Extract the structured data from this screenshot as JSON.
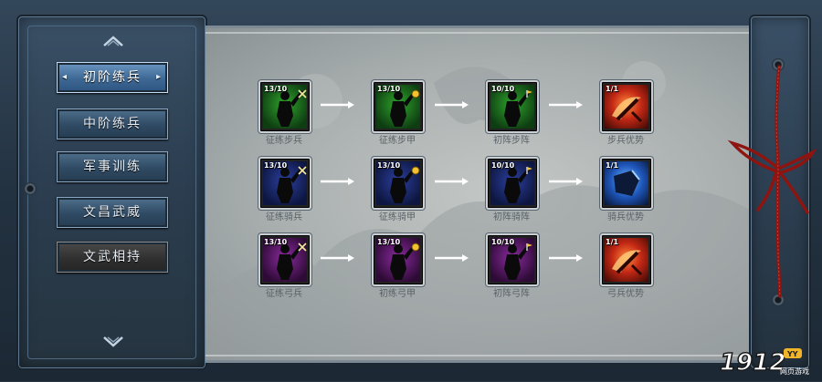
{
  "menu": {
    "items": [
      {
        "label": "初阶练兵",
        "state": "active"
      },
      {
        "label": "中阶练兵",
        "state": "normal"
      },
      {
        "label": "军事训练",
        "state": "normal"
      },
      {
        "label": "文昌武威",
        "state": "normal"
      },
      {
        "label": "文武相持",
        "state": "dark"
      }
    ]
  },
  "skills": {
    "rows": [
      {
        "color": "green",
        "cells": [
          {
            "level": "13/10",
            "name": "征练步兵",
            "badge": "cross-swords-icon"
          },
          {
            "level": "13/10",
            "name": "征练步甲",
            "badge": "coin-icon"
          },
          {
            "level": "10/10",
            "name": "初阵步阵",
            "badge": "flag-icon"
          },
          {
            "level": "1/1",
            "name": "步兵优势",
            "badge": "",
            "type": "special-red"
          }
        ]
      },
      {
        "color": "blue",
        "cells": [
          {
            "level": "13/10",
            "name": "征练骑兵",
            "badge": "cross-swords-icon"
          },
          {
            "level": "13/10",
            "name": "征练骑甲",
            "badge": "coin-icon"
          },
          {
            "level": "10/10",
            "name": "初阵骑阵",
            "badge": "flag-icon"
          },
          {
            "level": "1/1",
            "name": "骑兵优势",
            "badge": "",
            "type": "special-blue"
          }
        ]
      },
      {
        "color": "purple",
        "cells": [
          {
            "level": "13/10",
            "name": "征练弓兵",
            "badge": "cross-swords-icon"
          },
          {
            "level": "13/10",
            "name": "初练弓甲",
            "badge": "coin-icon"
          },
          {
            "level": "10/10",
            "name": "初阵弓阵",
            "badge": "flag-icon"
          },
          {
            "level": "1/1",
            "name": "弓兵优势",
            "badge": "",
            "type": "special-red"
          }
        ]
      }
    ]
  },
  "logo": {
    "text": "1912",
    "sub": "网页游戏",
    "tag": "YY"
  },
  "colors": {
    "green": "#2fa52b",
    "blue": "#2c3f9e",
    "purple": "#8a2a9e",
    "red": "#b2261a",
    "accent_blue": "#3e6894"
  }
}
